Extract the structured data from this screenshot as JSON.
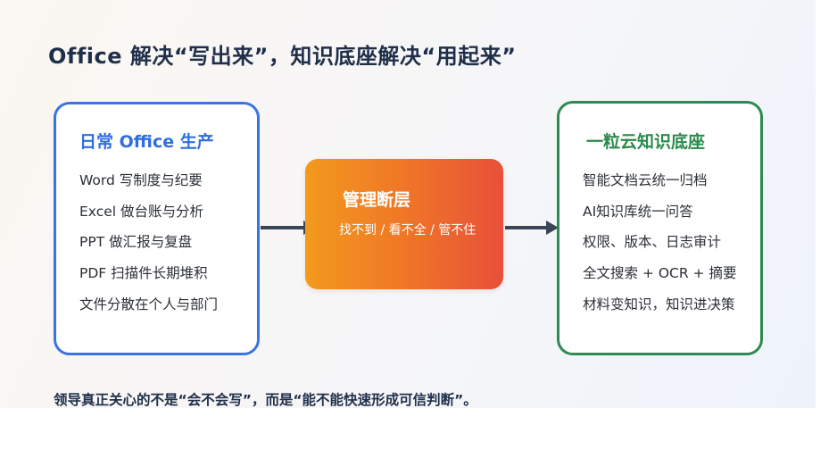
{
  "title": "Office 解决“写出来”，知识底座解决“用起来”",
  "left_box": {
    "heading": "日常 Office 生产",
    "items": [
      "Word 写制度与纪要",
      "Excel 做台账与分析",
      "PPT 做汇报与复盘",
      "PDF 扫描件长期堆积",
      "文件分散在个人与部门"
    ],
    "border_color": "#3b74e0"
  },
  "center_box": {
    "heading": "管理断层",
    "subtitle": "找不到 / 看不全 / 管不住",
    "gradient": [
      "#f39a1d",
      "#e8503a"
    ]
  },
  "right_box": {
    "heading": "一粒云知识底座",
    "items": [
      "智能文档云统一归档",
      "AI知识库统一问答",
      "权限、版本、日志审计",
      "全文搜索 + OCR + 摘要",
      "材料变知识，知识进决策"
    ],
    "border_color": "#2e8a52"
  },
  "bottom_note": "领导真正关心的不是“会不会写”，而是“能不能快速形成可信判断”。"
}
